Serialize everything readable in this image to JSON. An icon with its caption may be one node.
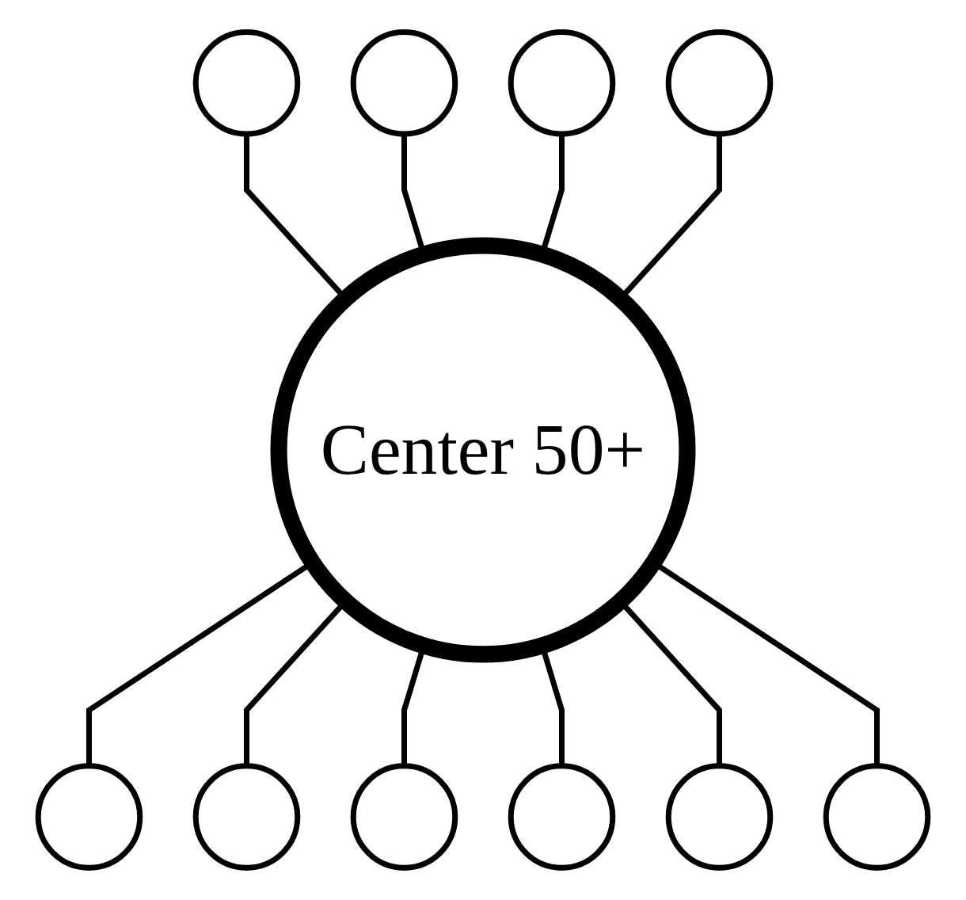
{
  "diagram": {
    "nodes": [
      {
        "text": [],
        "shape": "circle"
      },
      {
        "text": [],
        "shape": "circle"
      },
      {
        "text": [],
        "shape": "circle"
      },
      {
        "text": [],
        "shape": "circle"
      },
      {
        "text": [
          "Center 50+"
        ]
      },
      {
        "text": [],
        "shape": "circle"
      },
      {
        "text": [],
        "shape": "circle"
      },
      {
        "text": [],
        "shape": "circle"
      },
      {
        "text": [],
        "shape": "circle"
      },
      {
        "text": [],
        "shape": "circle"
      },
      {
        "text": [],
        "shape": "circle"
      }
    ],
    "edges": [
      {
        "from": 0,
        "to": 4,
        "arrow": "none"
      },
      {
        "from": 1,
        "to": 4,
        "arrow": "none"
      },
      {
        "from": 2,
        "to": 4,
        "arrow": "none"
      },
      {
        "from": 3,
        "to": 4,
        "arrow": "none"
      },
      {
        "from": 4,
        "to": 5,
        "arrow": "none"
      },
      {
        "from": 4,
        "to": 6,
        "arrow": "none"
      },
      {
        "from": 4,
        "to": 7,
        "arrow": "none"
      },
      {
        "from": 4,
        "to": 8,
        "arrow": "none"
      },
      {
        "from": 4,
        "to": 9,
        "arrow": "none"
      },
      {
        "from": 4,
        "to": 10,
        "arrow": "none"
      }
    ]
  }
}
